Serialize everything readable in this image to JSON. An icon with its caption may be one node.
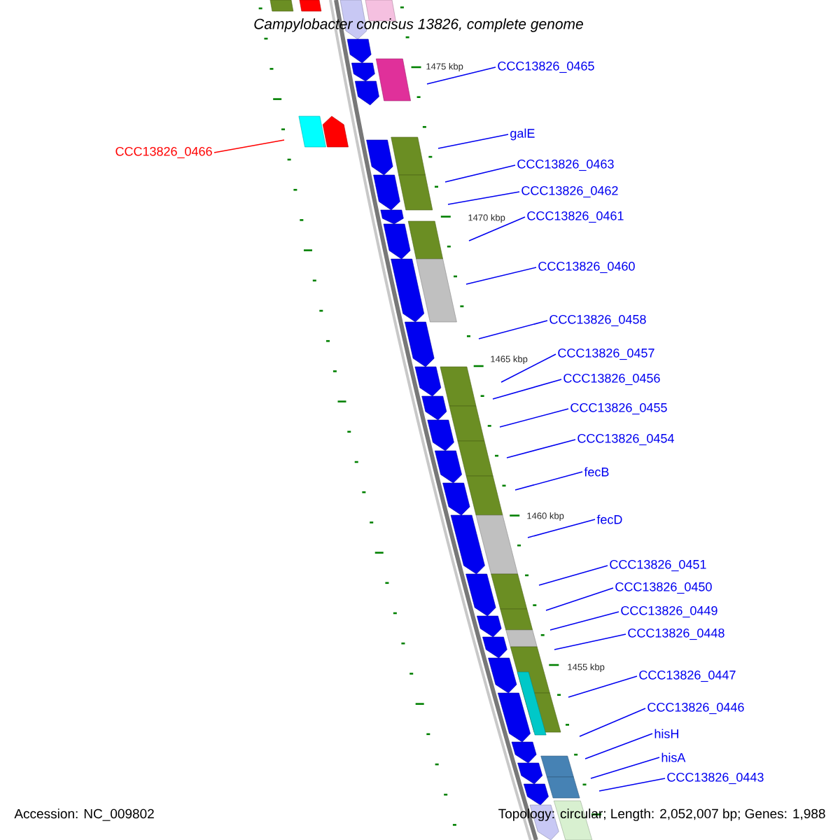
{
  "diagram": {
    "title": "Campylobacter concisus 13826, complete genome",
    "nodes": [
      {
        "text": [
          "CCC13826_0465"
        ]
      },
      {
        "text": [
          "galE"
        ]
      },
      {
        "text": [
          "CCC13826_0466"
        ]
      },
      {
        "text": [
          "CCC13826_0463"
        ]
      },
      {
        "text": [
          "CCC13826_0462"
        ]
      },
      {
        "text": [
          "CCC13826_0461"
        ]
      },
      {
        "text": [
          "CCC13826_0460"
        ]
      },
      {
        "text": [
          "CCC13826_0458"
        ]
      },
      {
        "text": [
          "CCC13826_0457"
        ]
      },
      {
        "text": [
          "CCC13826_0456"
        ]
      },
      {
        "text": [
          "CCC13826_0455"
        ]
      },
      {
        "text": [
          "CCC13826_0454"
        ]
      },
      {
        "text": [
          "fecB"
        ]
      },
      {
        "text": [
          "fecD"
        ]
      },
      {
        "text": [
          "CCC13826_0451"
        ]
      },
      {
        "text": [
          "CCC13826_0450"
        ]
      },
      {
        "text": [
          "CCC13826_0449"
        ]
      },
      {
        "text": [
          "CCC13826_0448"
        ]
      },
      {
        "text": [
          "CCC13826_0447"
        ]
      },
      {
        "text": [
          "CCC13826_0446"
        ]
      },
      {
        "text": [
          "hisH"
        ]
      },
      {
        "text": [
          "hisA"
        ]
      },
      {
        "text": [
          "CCC13826_0443"
        ]
      }
    ],
    "edges": [
      {
        "from": 0,
        "to": null,
        "arrow": "none"
      },
      {
        "from": 1,
        "to": null,
        "arrow": "none"
      },
      {
        "from": 2,
        "to": null,
        "arrow": "none",
        "color": "#ff0000"
      },
      {
        "from": 3,
        "to": null,
        "arrow": "none"
      },
      {
        "from": 4,
        "to": null,
        "arrow": "none"
      },
      {
        "from": 5,
        "to": null,
        "arrow": "none"
      },
      {
        "from": 6,
        "to": null,
        "arrow": "none"
      },
      {
        "from": 7,
        "to": null,
        "arrow": "none"
      },
      {
        "from": 8,
        "to": null,
        "arrow": "none"
      },
      {
        "from": 9,
        "to": null,
        "arrow": "none"
      },
      {
        "from": 10,
        "to": null,
        "arrow": "none"
      },
      {
        "from": 11,
        "to": null,
        "arrow": "none"
      },
      {
        "from": 12,
        "to": null,
        "arrow": "none"
      },
      {
        "from": 13,
        "to": null,
        "arrow": "none"
      },
      {
        "from": 14,
        "to": null,
        "arrow": "none"
      },
      {
        "from": 15,
        "to": null,
        "arrow": "none"
      },
      {
        "from": 16,
        "to": null,
        "arrow": "none"
      },
      {
        "from": 17,
        "to": null,
        "arrow": "none"
      },
      {
        "from": 18,
        "to": null,
        "arrow": "none"
      },
      {
        "from": 19,
        "to": null,
        "arrow": "none"
      },
      {
        "from": 20,
        "to": null,
        "arrow": "none"
      },
      {
        "from": 21,
        "to": null,
        "arrow": "none"
      },
      {
        "from": 22,
        "to": null,
        "arrow": "none"
      }
    ],
    "labels": [
      "1475 kbp",
      "1470 kbp",
      "1465 kbp",
      "1460 kbp",
      "1455 kbp",
      "Accession: NC_009802",
      "Topology: circular; Length: 2,052,007 bp; Genes: 1,988"
    ]
  }
}
